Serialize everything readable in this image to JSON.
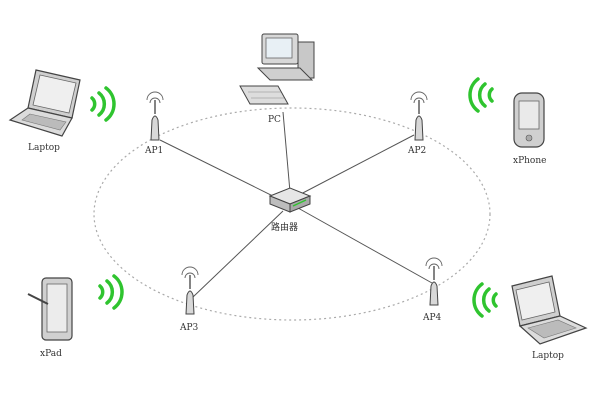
{
  "diagram": {
    "ap1": "AP1",
    "ap2": "AP2",
    "ap3": "AP3",
    "ap4": "AP4",
    "pc": "PC",
    "router": "路由器",
    "laptop_left": "Laptop",
    "laptop_right": "Laptop",
    "xphone": "xPhone",
    "xpad": "xPad"
  },
  "colors": {
    "link_line": "#555555",
    "ring": "#aaaaaa",
    "wifi": "#2fc42f",
    "device_body": "#d4d4d4",
    "device_dark": "#444444"
  }
}
